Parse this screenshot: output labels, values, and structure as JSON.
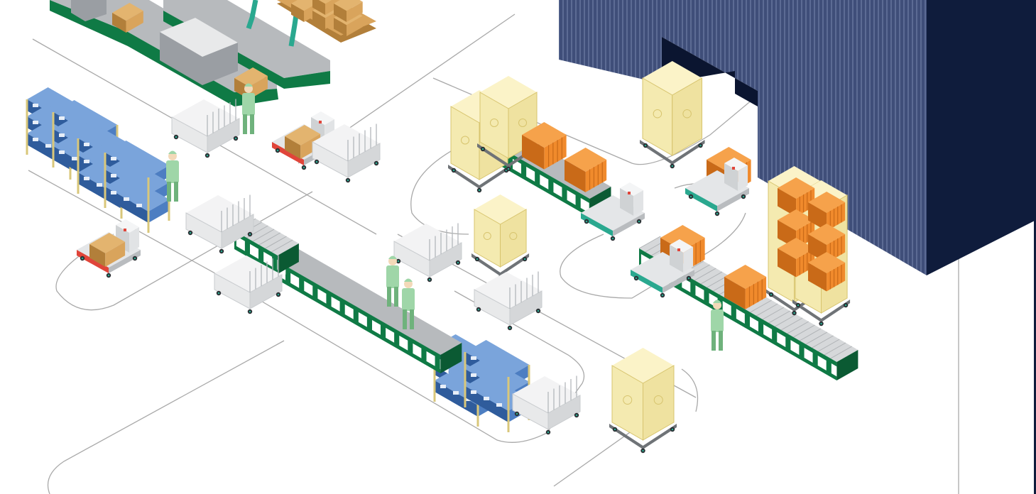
{
  "palette": {
    "background": "#ffffff",
    "path_line": "#a9a9a9",
    "building_front": "#3f4e79",
    "building_stripe": "#5c6b94",
    "building_side": "#0f1c3c",
    "building_dark": "#0b1530",
    "conveyor_green": "#0f7a45",
    "conveyor_dark": "#0b5a33",
    "belt_gray": "#b7babd",
    "roller_gray": "#d6d8da",
    "cage_fill": "#f4eab0",
    "cage_frame": "#d7c46e",
    "box_orange": "#f08a2c",
    "box_orange_dark": "#c96a18",
    "box_kraft": "#d9a45c",
    "box_kraft_dark": "#b27f3a",
    "tote_blue": "#4d7ec2",
    "tote_blue_dark": "#2f5c9c",
    "rack_frame": "#d9c77a",
    "worker_green": "#9fd6a8",
    "worker_dark": "#6fb27c",
    "agv_gray": "#e4e6e8",
    "agv_red": "#e0453a",
    "agv_teal": "#2aa88f",
    "cart_gray": "#e8e9ea",
    "cart_dark": "#9a9ea3"
  },
  "scene": {
    "title": "",
    "elements": {
      "building": "warehouse-building",
      "conveyors": "conveyor-line",
      "cages": "roll-cage-cart",
      "agvs": "agv-robot",
      "workers": "worker",
      "racks": "tote-rack",
      "carts": "hand-cart",
      "boxes": "cargo-box"
    }
  }
}
